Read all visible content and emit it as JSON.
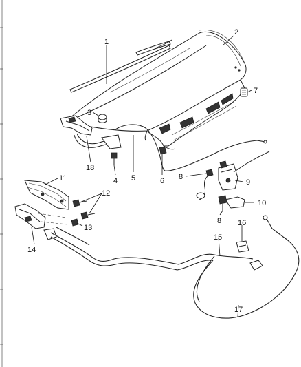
{
  "callouts": {
    "c1": "1",
    "c2": "2",
    "c3": "3",
    "c4": "4",
    "c5": "5",
    "c6": "6",
    "c7": "7",
    "c8a": "8",
    "c8b": "8",
    "c9": "9",
    "c10": "10",
    "c11": "11",
    "c12": "12",
    "c13": "13",
    "c14": "14",
    "c15": "15",
    "c16": "16",
    "c17": "17",
    "c18": "18"
  },
  "line_color": "#222222",
  "background_color": "#ffffff"
}
